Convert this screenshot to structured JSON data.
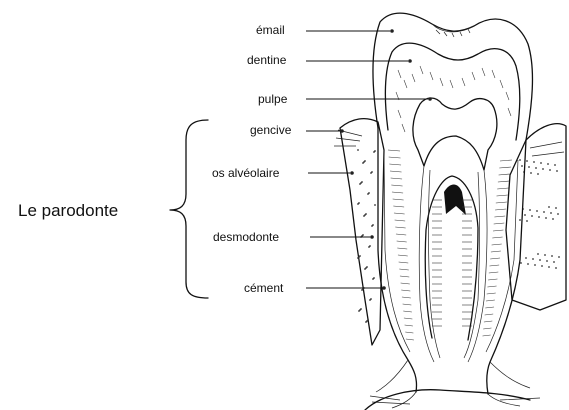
{
  "diagram": {
    "group_label": "Le parodonte",
    "labels": {
      "email": "émail",
      "dentine": "dentine",
      "pulpe": "pulpe",
      "gencive": "gencive",
      "os_alveolaire": "os alvéolaire",
      "desmodonte": "desmodonte",
      "cement": "cément"
    }
  }
}
